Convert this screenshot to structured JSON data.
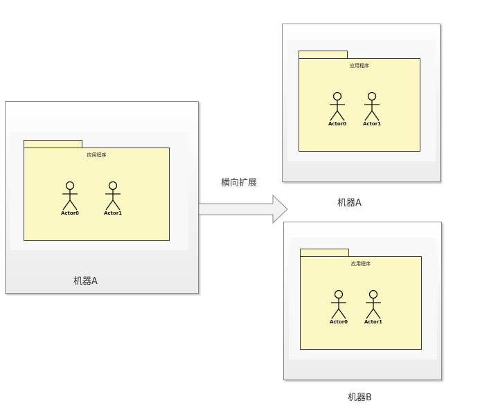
{
  "machines": [
    {
      "label": "机器A",
      "package_title": "应用程序",
      "actors": [
        "Actor0",
        "Actor1"
      ]
    },
    {
      "label": "机器A",
      "package_title": "应用程序",
      "actors": [
        "Actor0",
        "Actor1"
      ]
    },
    {
      "label": "机器B",
      "package_title": "应用程序",
      "actors": [
        "Actor0",
        "Actor1"
      ]
    }
  ],
  "arrow": {
    "label": "横向扩展"
  },
  "colors": {
    "package_fill": "#fbf8c4",
    "machine_fill": "#f0f0f0",
    "arrow_fill": "#f2f2f2"
  }
}
